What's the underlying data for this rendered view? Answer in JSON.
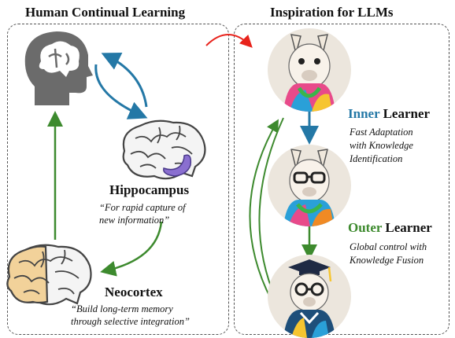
{
  "left_panel": {
    "title": "Human Continual Learning",
    "hippocampus": {
      "label": "Hippocampus",
      "quote_line1": "“For rapid capture of",
      "quote_line2": "new information”"
    },
    "neocortex": {
      "label": "Neocortex",
      "quote_line1": "“Build long-term memory",
      "quote_line2": "through selective integration”"
    }
  },
  "right_panel": {
    "title": "Inspiration for LLMs",
    "inner": {
      "word_colored": "Inner",
      "word_plain": " Learner",
      "desc_line1": "Fast Adaptation",
      "desc_line2": "with Knowledge",
      "desc_line3": "Identification"
    },
    "outer": {
      "word_colored": "Outer",
      "word_plain": " Learner",
      "desc_line1": "Global control with",
      "desc_line2": "Knowledge Fusion"
    }
  },
  "colors": {
    "inner_blue": "#2478a6",
    "outer_green": "#3d8a2e",
    "link_red": "#e8231c",
    "icon_gray": "#6b6b6b"
  },
  "icons": [
    "head-brain-icon",
    "hippocampus-brain-icon",
    "neocortex-brain-icon",
    "llama-icon",
    "llama-glasses-icon",
    "llama-graduate-icon"
  ]
}
